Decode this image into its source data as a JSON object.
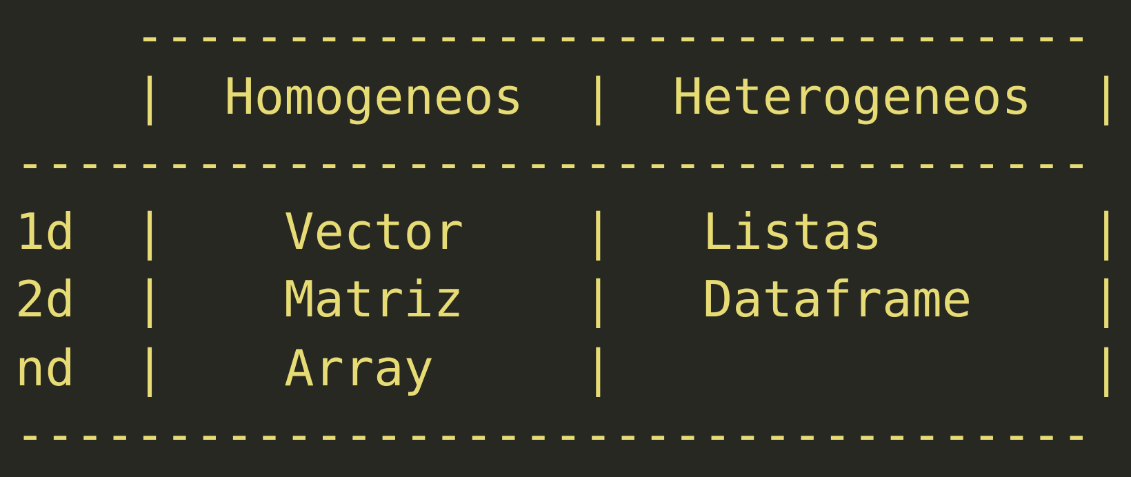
{
  "code_block": {
    "lines": [
      "    --------------------------------",
      "    |  Homogeneos  |  Heterogeneos  |",
      "------------------------------------",
      "1d  |    Vector    |   Listas       |",
      "2d  |    Matriz    |   Dataframe    |",
      "nd  |    Array     |                |",
      "------------------------------------"
    ],
    "colors": {
      "background": "#272822",
      "text": "#e6db74"
    }
  }
}
